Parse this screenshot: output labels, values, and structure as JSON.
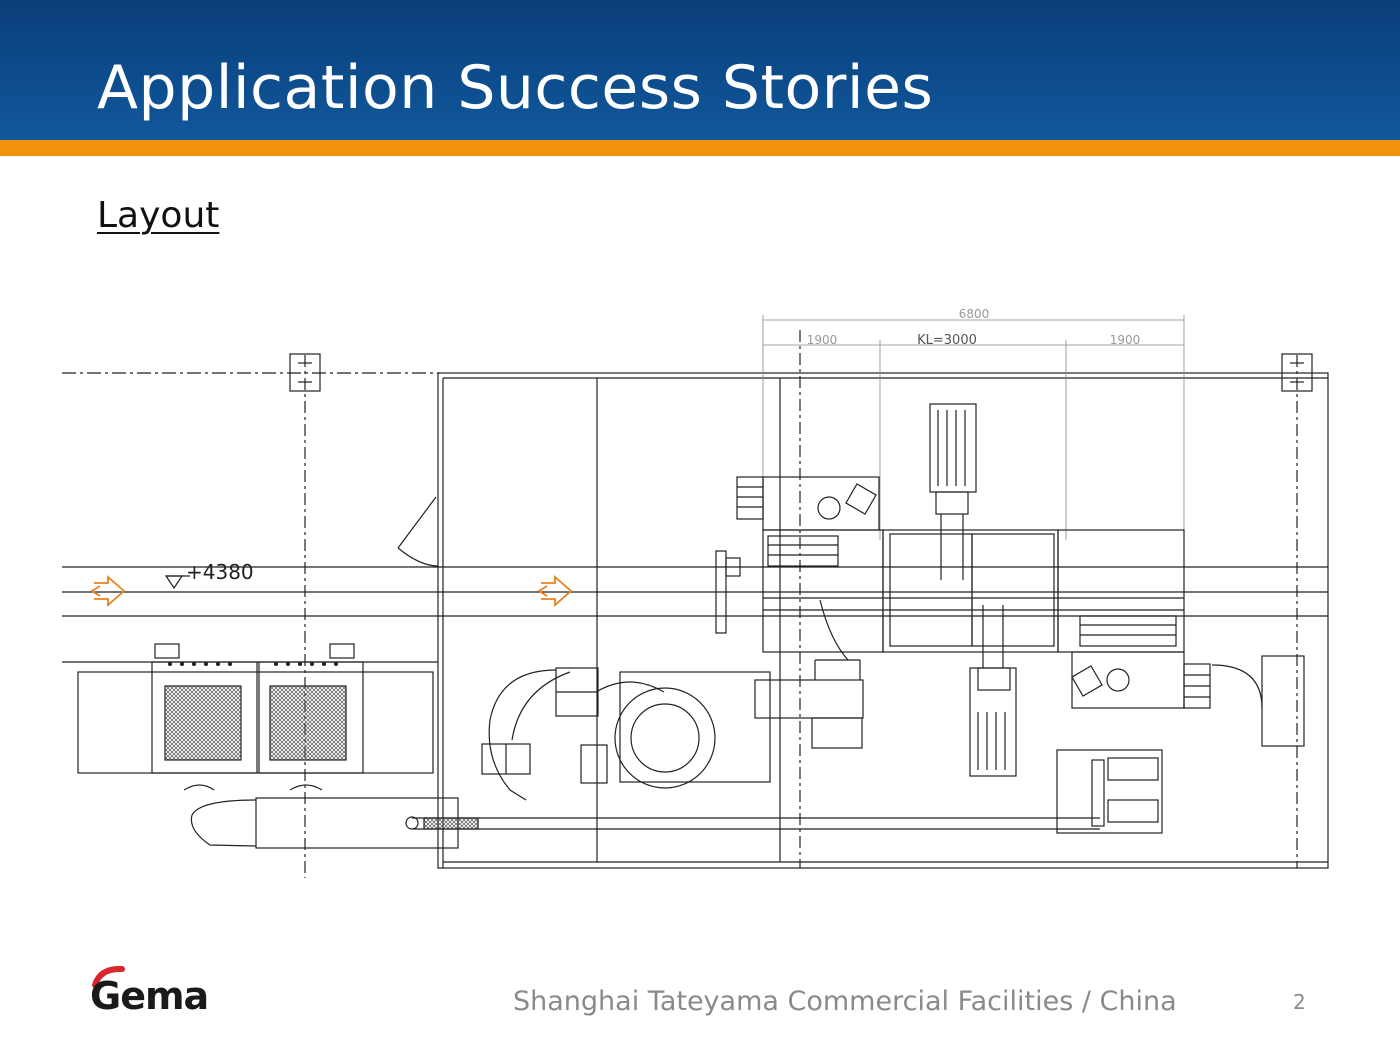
{
  "slide": {
    "title": "Application Success Stories",
    "subtitle": "Layout",
    "footer": "Shanghai Tateyama Commercial Facilities / China",
    "page_number": "2"
  },
  "logo": {
    "text": "Gema",
    "accent_color": "#d7262d"
  },
  "drawing": {
    "dim_total": "6800",
    "dim_left": "1900",
    "dim_center": "KL=3000",
    "dim_right": "1900",
    "elevation": "+4380"
  },
  "colors": {
    "header": "#0d4c8c",
    "stripe": "#f0920e",
    "orange_arrow": "#e8821e"
  }
}
